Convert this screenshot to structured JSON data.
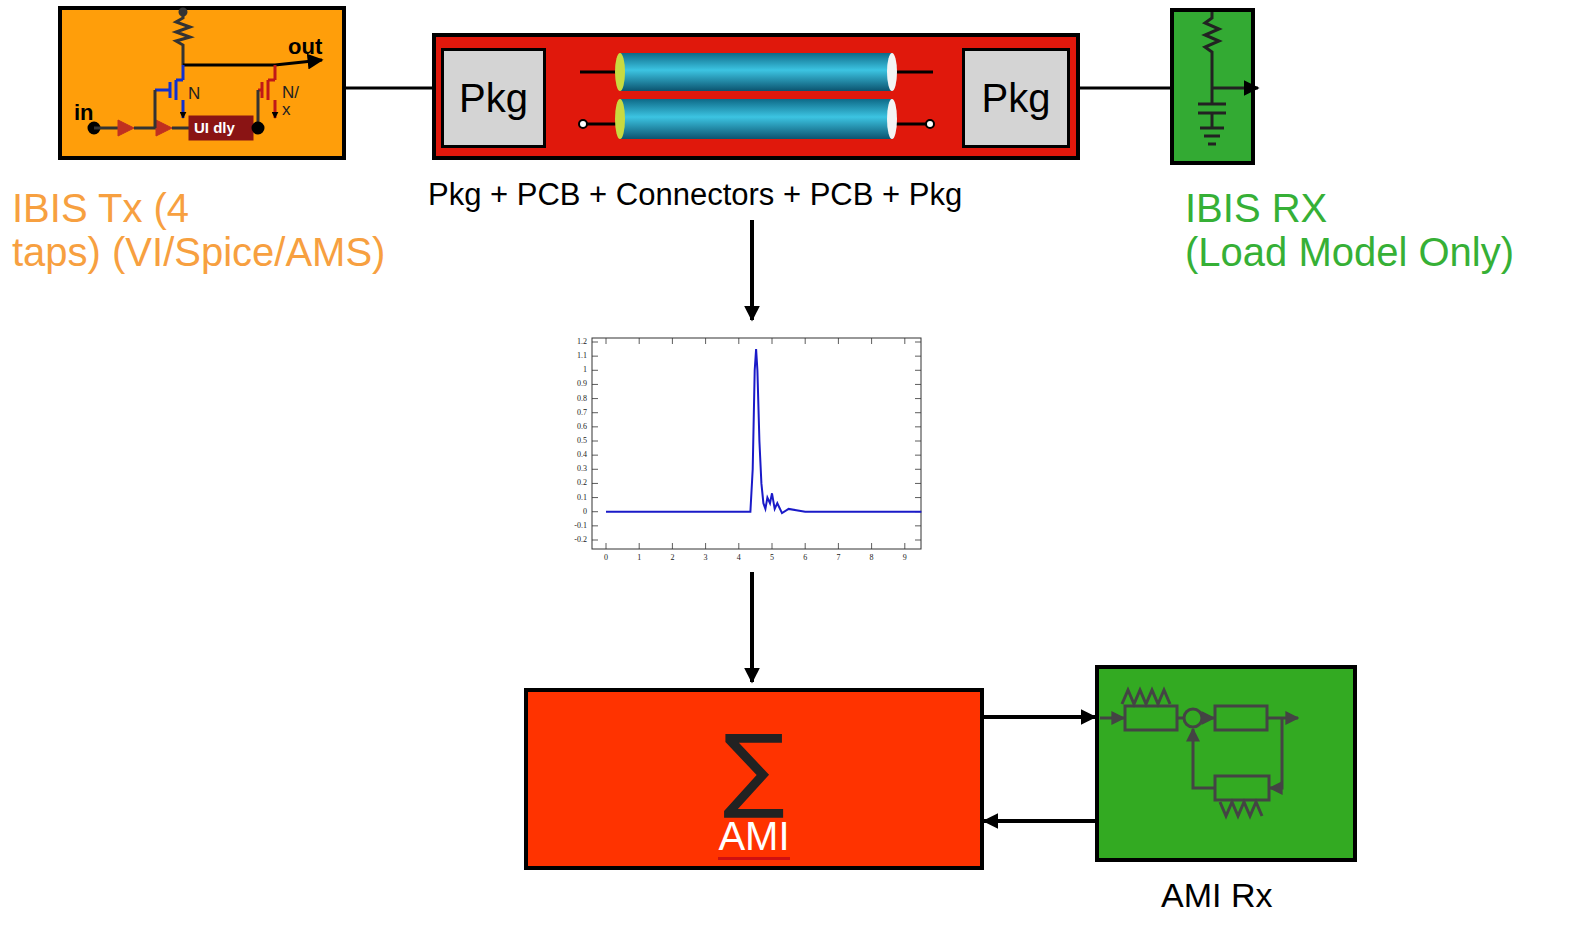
{
  "diagram": {
    "nodes": [
      {
        "text": [
          "IBIS Tx (4 taps) (VI/Spice/AMS)"
        ]
      },
      {
        "text": [
          "Pkg + PCB + Connectors + PCB + Pkg"
        ]
      },
      {
        "text": [
          "Pkg"
        ],
        "in": 1
      },
      {
        "text": [
          "Pkg"
        ],
        "in": 1
      },
      {
        "text": [
          "IBIS RX (Load Model Only)"
        ]
      },
      {
        "text": [
          "∑",
          "AMI"
        ]
      },
      {
        "text": [
          "AMI Rx"
        ]
      }
    ],
    "edges": [
      {
        "from": 5,
        "to": 6,
        "arrow": "to"
      },
      {
        "from": 6,
        "to": 5,
        "arrow": "to"
      }
    ],
    "labels": [
      "out",
      "in",
      "N",
      "N/ x",
      "UI dly",
      "1.2",
      "1.1",
      "1",
      "0.9",
      "0.8",
      "0.7",
      "0.6",
      "0.5",
      "0.4",
      "0.3",
      "0.2",
      "0.1",
      "0",
      "-0.1",
      "-0.2",
      "0",
      "1",
      "2",
      "3",
      "4",
      "5",
      "6",
      "7",
      "8",
      "9"
    ]
  }
}
